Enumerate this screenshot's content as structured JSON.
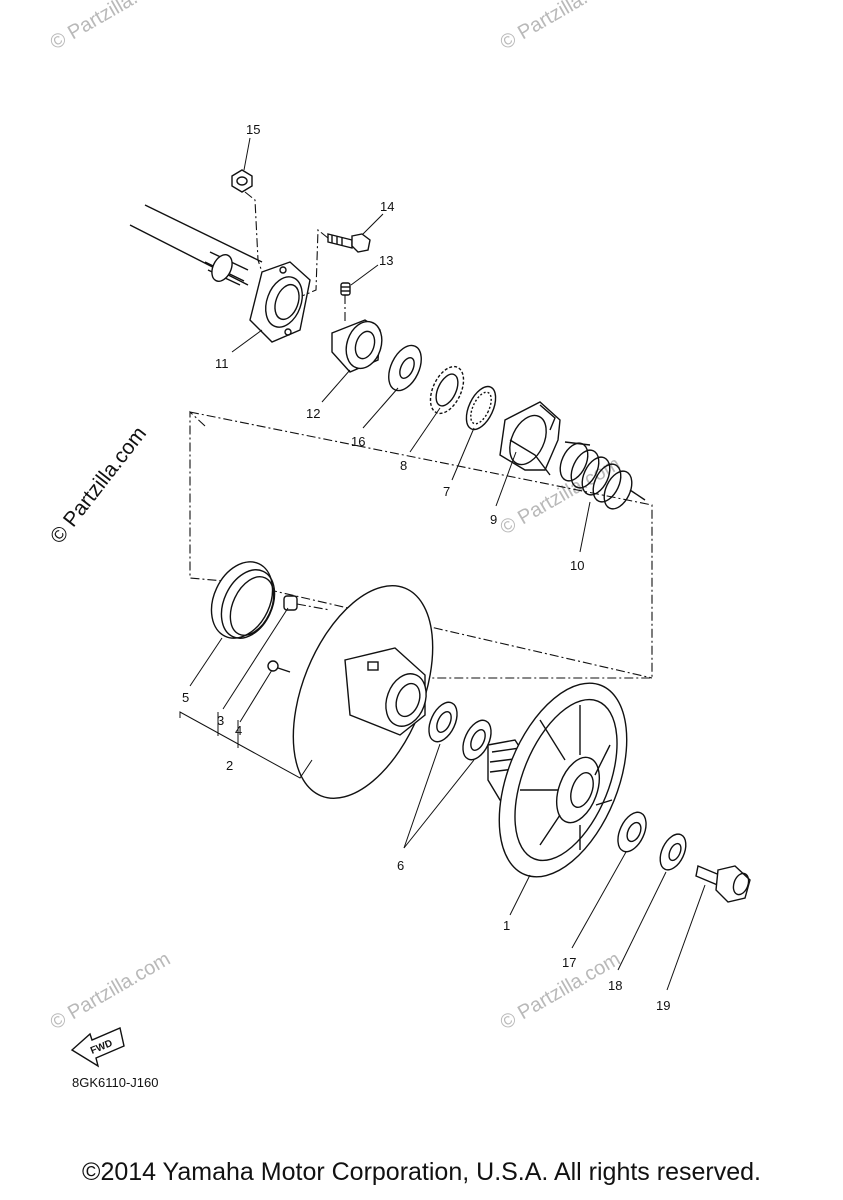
{
  "diagram": {
    "drawing_code": "8GK6110-J160",
    "fwd_label": "FWD",
    "watermark": "© Partzilla.com",
    "callouts": [
      {
        "id": "c15",
        "text": "15"
      },
      {
        "id": "c14",
        "text": "14"
      },
      {
        "id": "c13",
        "text": "13"
      },
      {
        "id": "c11",
        "text": "11"
      },
      {
        "id": "c12",
        "text": "12"
      },
      {
        "id": "c16",
        "text": "16"
      },
      {
        "id": "c8",
        "text": "8"
      },
      {
        "id": "c7",
        "text": "7"
      },
      {
        "id": "c9",
        "text": "9"
      },
      {
        "id": "c10",
        "text": "10"
      },
      {
        "id": "c5",
        "text": "5"
      },
      {
        "id": "c3",
        "text": "3"
      },
      {
        "id": "c4",
        "text": "4"
      },
      {
        "id": "c2",
        "text": "2"
      },
      {
        "id": "c6",
        "text": "6"
      },
      {
        "id": "c1",
        "text": "1"
      },
      {
        "id": "c17",
        "text": "17"
      },
      {
        "id": "c18",
        "text": "18"
      },
      {
        "id": "c19",
        "text": "19"
      }
    ]
  },
  "footer": {
    "copyright": "©2014 Yamaha Motor Corporation, U.S.A. All rights reserved."
  }
}
